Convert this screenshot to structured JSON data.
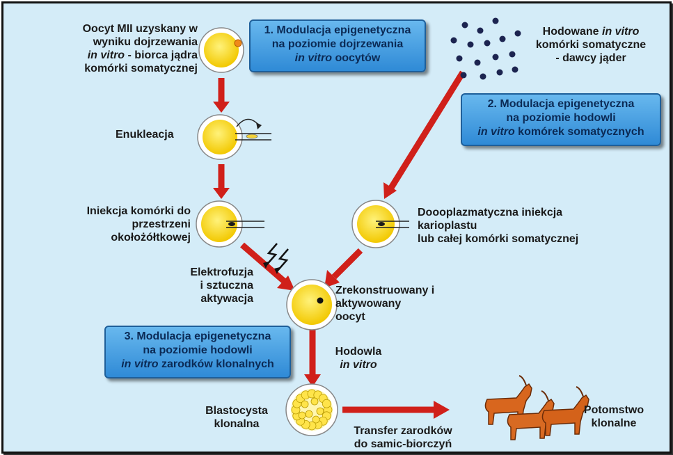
{
  "labels": {
    "oocyte_mii": {
      "line1": "Oocyt MII uzyskany w",
      "line2": "wyniku dojrzewania",
      "line3a": "in vitro",
      "line3b": " - biorca jądra",
      "line4": "komórki somatycznej"
    },
    "enucleation": "Enukleacja",
    "injection_pvs": {
      "line1": "Iniekcja komórki do",
      "line2": "przestrzeni",
      "line3": "okołożółtkowej"
    },
    "electrofusion": {
      "line1": "Elektrofuzja",
      "line2": "i sztuczna",
      "line3": "aktywacja"
    },
    "reconstructed": {
      "line1": "Zrekonstruowany i",
      "line2": "aktywowany",
      "line3": "oocyt"
    },
    "culture": {
      "line1": "Hodowla",
      "line2": "in vitro"
    },
    "blastocyst": {
      "line1": "Blastocysta",
      "line2": "klonalna"
    },
    "transfer": {
      "line1": "Transfer zarodków",
      "line2": "do samic-biorczyń"
    },
    "offspring": {
      "line1": "Potomstwo",
      "line2": "klonalne"
    },
    "somatic_cells": {
      "line1a": "Hodowane ",
      "line1b": "in vitro",
      "line2": "komórki somatyczne",
      "line3": "-  dawcy jąder"
    },
    "intracyto": {
      "line1": "Doooplazmatyczna iniekcja",
      "line2": "karioplastu",
      "line3": "lub całej komórki somatycznej"
    }
  },
  "boxes": {
    "box1": {
      "line1": "1. Modulacja epigenetyczna",
      "line2": "na poziomie dojrzewania",
      "line3a": "in vitro",
      "line3b": " oocytów"
    },
    "box2": {
      "line1": "2. Modulacja epigenetyczna",
      "line2": "na poziomie hodowli",
      "line3a": "in vitro",
      "line3b": " komórek somatycznych"
    },
    "box3": {
      "line1": "3. Modulacja epigenetyczna",
      "line2": "na poziomie hodowli",
      "line3a": "in vitro",
      "line3b": " zarodków klonalnych"
    }
  },
  "colors": {
    "background": "#d4ecf8",
    "arrow": "#d0201a",
    "cell": "#ffe23a",
    "box": "#3a92dc",
    "goat": "#d8661e"
  }
}
